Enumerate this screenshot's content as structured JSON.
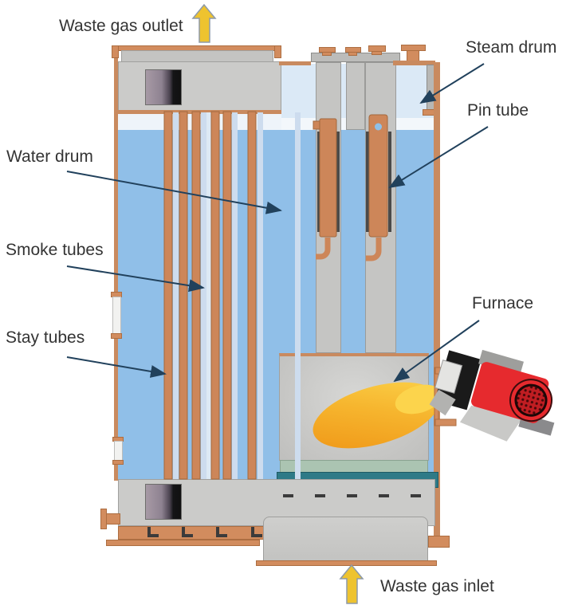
{
  "diagram": {
    "subject": "Exhaust gas boiler cross-section",
    "labels": {
      "waste_gas_outlet": "Waste gas outlet",
      "steam_drum": "Steam drum",
      "pin_tube": "Pin tube",
      "water_drum": "Water drum",
      "smoke_tubes": "Smoke tubes",
      "stay_tubes": "Stay tubes",
      "furnace": "Furnace",
      "waste_gas_inlet": "Waste gas inlet"
    },
    "colors": {
      "water": "#90bfe8",
      "steam_space": "#dbe9f6",
      "copper": "#d28c5e",
      "metal_gray": "#cbcbc9",
      "flame_orange": "#f19a1b",
      "flame_yellow": "#fcd54d",
      "burner_red": "#e62a2e",
      "base_teal": "#2e7a87",
      "base_sage": "#abc4b2",
      "flow_arrow_yellow": "#eec32f",
      "pointer_arrow": "#21415c"
    }
  }
}
